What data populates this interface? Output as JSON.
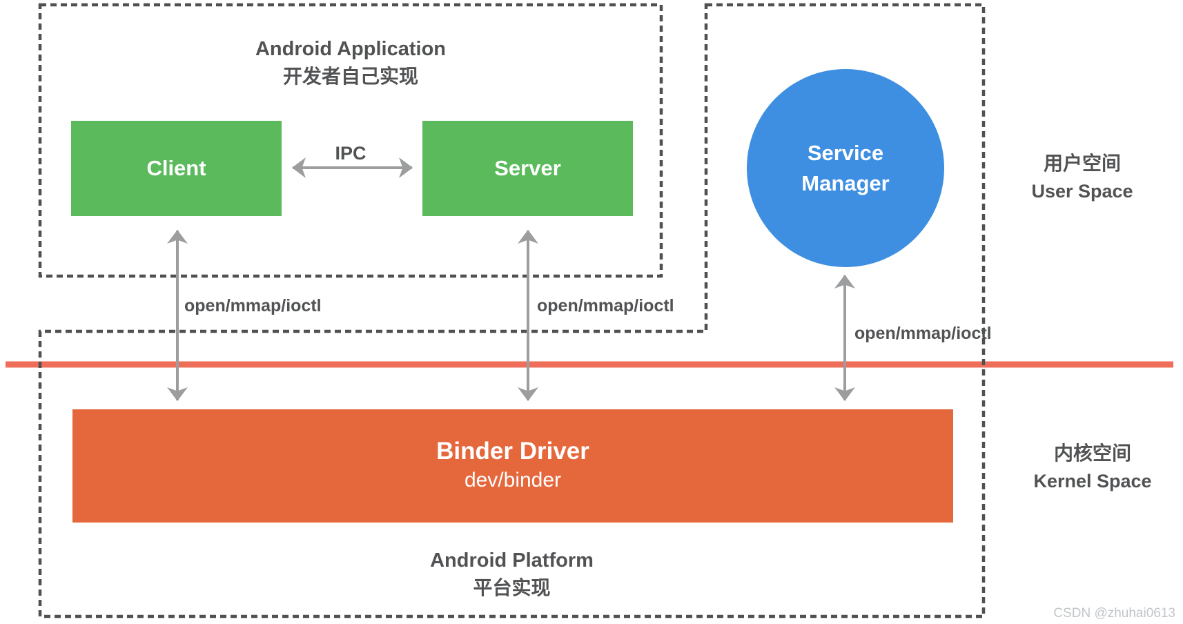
{
  "app_box": {
    "title": "Android Application",
    "subtitle": "开发者自己实现"
  },
  "client": {
    "label": "Client"
  },
  "server": {
    "label": "Server"
  },
  "ipc": {
    "label": "IPC"
  },
  "service_manager": {
    "line1": "Service",
    "line2": "Manager"
  },
  "syscalls": {
    "client": "open/mmap/ioctl",
    "server": "open/mmap/ioctl",
    "service_manager": "open/mmap/ioctl"
  },
  "spaces": {
    "user": {
      "zh": "用户空间",
      "en": "User Space"
    },
    "kernel": {
      "zh": "内核空间",
      "en": "Kernel Space"
    }
  },
  "binder_driver": {
    "title": "Binder Driver",
    "subtitle": "dev/binder"
  },
  "platform_box": {
    "title": "Android Platform",
    "subtitle": "平台实现"
  },
  "watermark": "CSDN @zhuhai0613",
  "colors": {
    "green": "#5ABA5C",
    "blue": "#3E8FE1",
    "orange": "#E5673C",
    "red_line": "#EE6E59",
    "dash": "#4F5051",
    "arrow": "#9B9D9E",
    "text": "#515254",
    "watermark": "#C2C5C8"
  }
}
